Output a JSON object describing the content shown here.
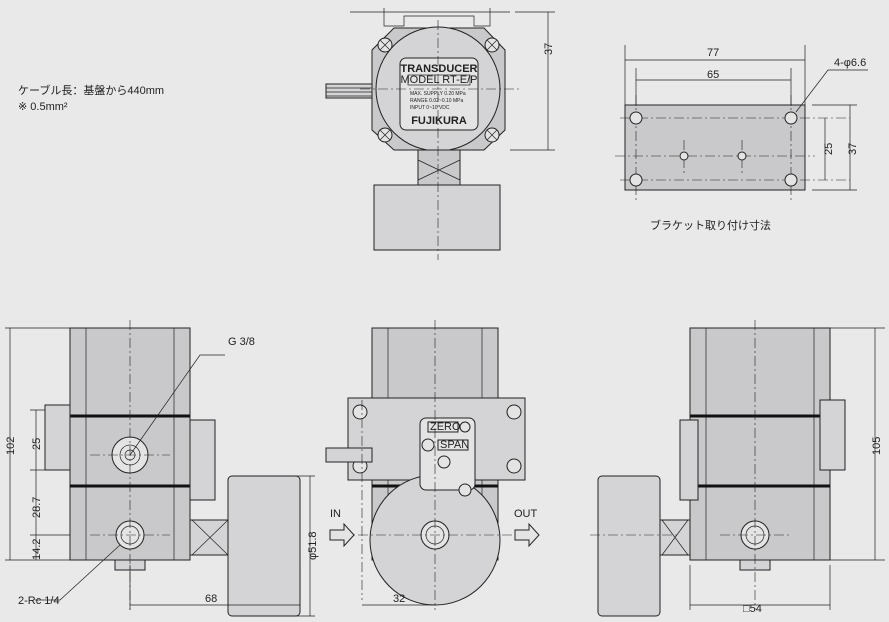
{
  "notes": {
    "cable": "ケーブル長：基盤から440mm",
    "wire": "※ 0.5mm²"
  },
  "top_view": {
    "dim_height": "37"
  },
  "nameplate": {
    "title": "TRANSDUCER",
    "model": "MODEL RT-E/P",
    "supply": "MAX. SUPPLY 0.20 MPa",
    "range": "RANGE 0.02~0.10 MPa",
    "input": "INPUT 0~10 VDC",
    "brand": "FUJIKURA"
  },
  "bracket": {
    "dim_outer_width": "77",
    "dim_hole_pitch": "65",
    "holes": "4-φ6.6",
    "dim_hole_vertical": "25",
    "dim_outer_height": "37",
    "caption": "ブラケット取り付け寸法"
  },
  "front_view": {
    "port_label": "G 3/8",
    "dim_total": "102",
    "dim_a": "25",
    "dim_b": "28.7",
    "dim_c": "14.2",
    "ports": "2-Rc 1/4",
    "dim_width": "68",
    "dim_gauge": "φ51.8"
  },
  "side_view": {
    "in": "IN",
    "out": "OUT",
    "dim_offset": "32",
    "zero": "ZERO",
    "span": "SPAN"
  },
  "right_view": {
    "dim_height": "105",
    "dim_square": "□54"
  }
}
